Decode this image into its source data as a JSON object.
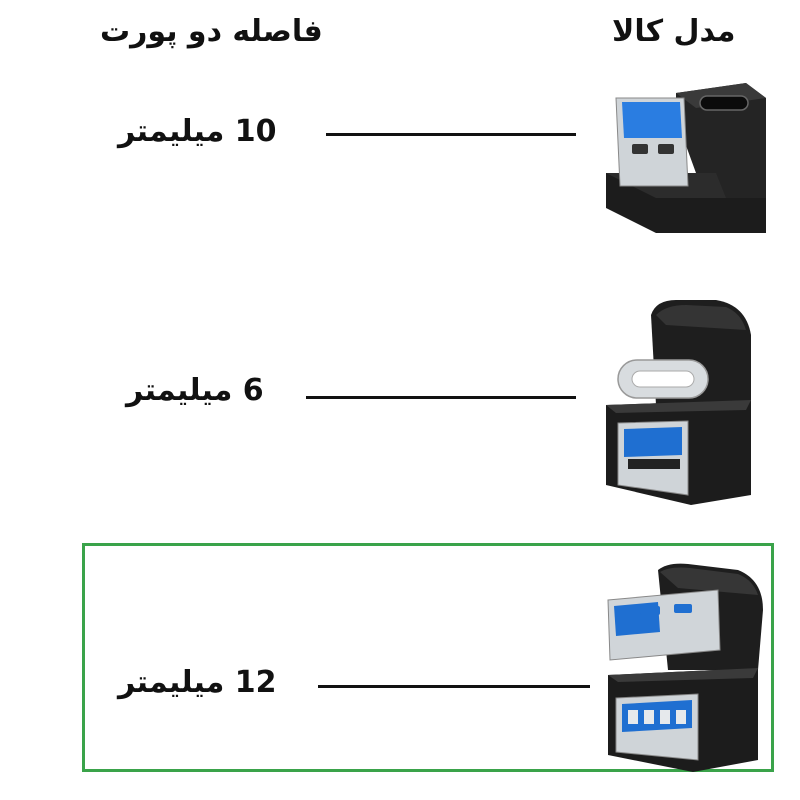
{
  "header": {
    "model_label": "مدل کالا",
    "distance_label": "فاصله دو پورت"
  },
  "rows": [
    {
      "distance": "10 میلیمتر",
      "product_icon": "usb-a-male-to-usb-c-female-u-adapter-icon"
    },
    {
      "distance": "6 میلیمتر",
      "product_icon": "usb-c-male-to-usb-a-female-u-adapter-icon"
    },
    {
      "distance": "12 میلیمتر",
      "product_icon": "usb-a-male-to-usb-a-female-u-adapter-icon",
      "highlighted": true
    }
  ],
  "colors": {
    "highlight_border": "#3aa34a",
    "usb3_blue": "#1f6fd1",
    "adapter_body": "#1c1c1c"
  }
}
